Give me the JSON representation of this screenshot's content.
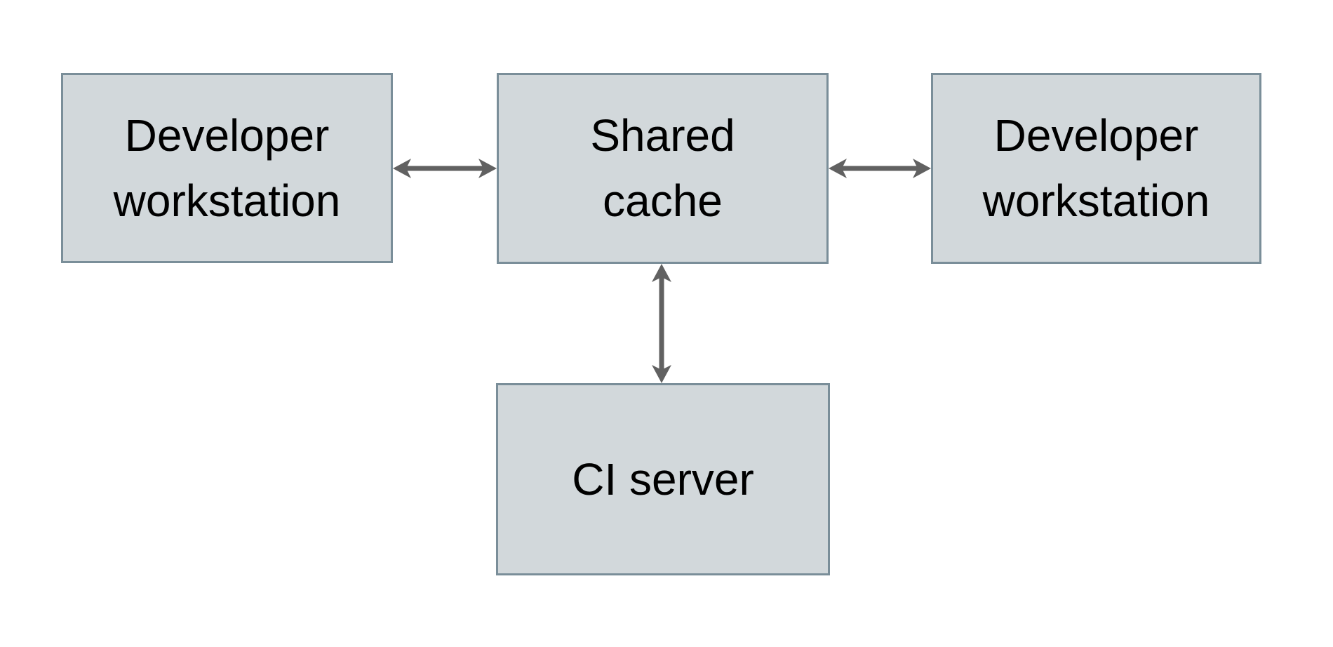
{
  "diagram": {
    "colors": {
      "node_fill": "#d2d8db",
      "node_border": "#7a8e99",
      "arrow": "#616161",
      "text": "#000000",
      "background": "#ffffff"
    },
    "nodes": [
      {
        "id": "developer-workstation-left",
        "label": "Developer\nworkstation"
      },
      {
        "id": "shared-cache",
        "label": "Shared\ncache"
      },
      {
        "id": "developer-workstation-right",
        "label": "Developer\nworkstation"
      },
      {
        "id": "ci-server",
        "label": "CI server"
      }
    ],
    "edges": [
      {
        "from": "developer-workstation-left",
        "to": "shared-cache",
        "direction": "bidirectional"
      },
      {
        "from": "shared-cache",
        "to": "developer-workstation-right",
        "direction": "bidirectional"
      },
      {
        "from": "shared-cache",
        "to": "ci-server",
        "direction": "bidirectional"
      }
    ]
  }
}
